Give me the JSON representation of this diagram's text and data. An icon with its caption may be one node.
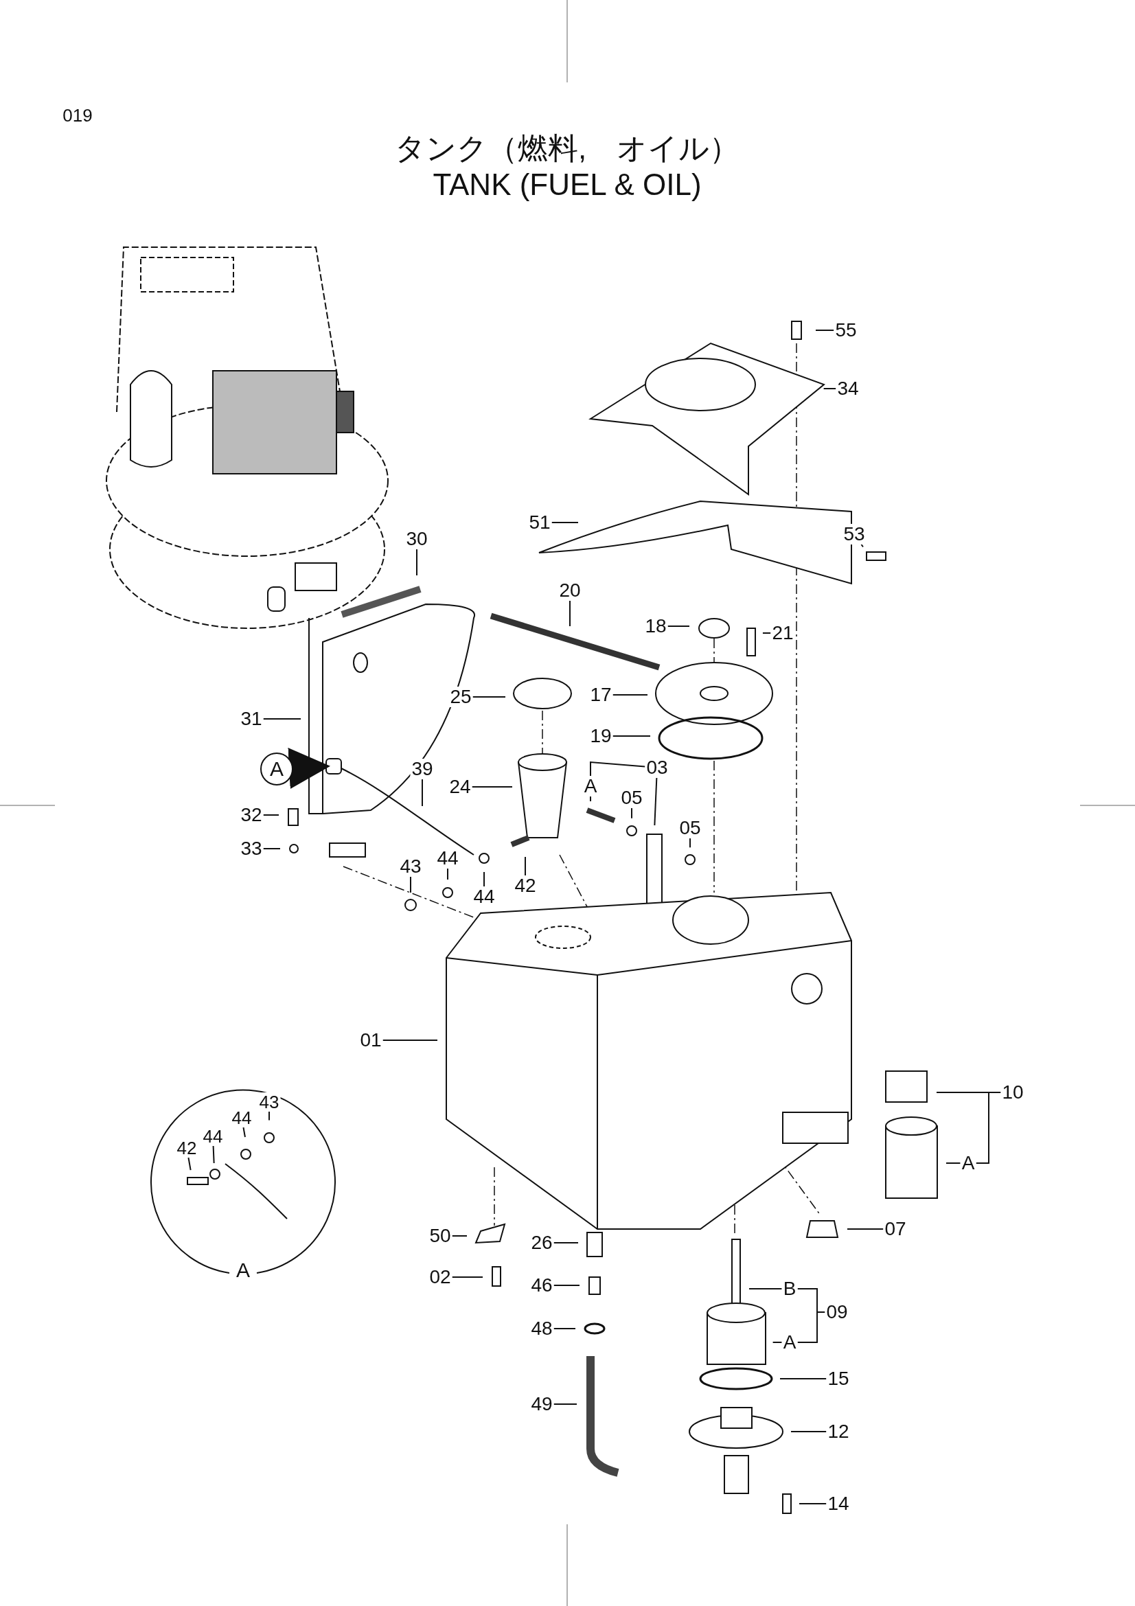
{
  "diagram": {
    "title": "タンク（燃料,　オイル） TANK (FUEL & OIL)",
    "nodes": [
      {
        "text": [
          "55"
        ]
      },
      {
        "text": [
          "34"
        ]
      },
      {
        "text": [
          "30"
        ]
      },
      {
        "text": [
          "51"
        ]
      },
      {
        "text": [
          "53"
        ]
      },
      {
        "text": [
          "20"
        ]
      },
      {
        "text": [
          "18"
        ]
      },
      {
        "text": [
          "21"
        ]
      },
      {
        "text": [
          "31"
        ]
      },
      {
        "text": [
          "25"
        ]
      },
      {
        "text": [
          "17"
        ]
      },
      {
        "text": [
          "19"
        ]
      },
      {
        "text": [
          "A"
        ]
      },
      {
        "text": [
          "39"
        ]
      },
      {
        "text": [
          "24"
        ]
      },
      {
        "text": [
          "A"
        ]
      },
      {
        "text": [
          "03"
        ]
      },
      {
        "text": [
          "05"
        ]
      },
      {
        "text": [
          "05"
        ]
      },
      {
        "text": [
          "32"
        ]
      },
      {
        "text": [
          "33"
        ]
      },
      {
        "text": [
          "43"
        ]
      },
      {
        "text": [
          "44"
        ]
      },
      {
        "text": [
          "44"
        ]
      },
      {
        "text": [
          "42"
        ]
      },
      {
        "text": [
          "01"
        ]
      },
      {
        "text": [
          "10"
        ]
      },
      {
        "text": [
          "A"
        ]
      },
      {
        "text": [
          "A"
        ]
      },
      {
        "text": [
          "42"
        ],
        "in": 28
      },
      {
        "text": [
          "44"
        ],
        "in": 28
      },
      {
        "text": [
          "44"
        ],
        "in": 28
      },
      {
        "text": [
          "43"
        ],
        "in": 28
      },
      {
        "text": [
          "07"
        ]
      },
      {
        "text": [
          "50"
        ]
      },
      {
        "text": [
          "26"
        ]
      },
      {
        "text": [
          "02"
        ]
      },
      {
        "text": [
          "46"
        ]
      },
      {
        "text": [
          "B"
        ]
      },
      {
        "text": [
          "09"
        ]
      },
      {
        "text": [
          "A"
        ]
      },
      {
        "text": [
          "48"
        ]
      },
      {
        "text": [
          "15"
        ]
      },
      {
        "text": [
          "49"
        ]
      },
      {
        "text": [
          "12"
        ]
      },
      {
        "text": [
          "14"
        ]
      }
    ],
    "edges": [
      {
        "from": 0,
        "to": null,
        "arrow": "none"
      },
      {
        "from": 1,
        "to": null,
        "arrow": "none"
      },
      {
        "from": 2,
        "to": null,
        "arrow": "none"
      },
      {
        "from": 3,
        "to": null,
        "arrow": "none"
      },
      {
        "from": 4,
        "to": null,
        "arrow": "none"
      },
      {
        "from": 5,
        "to": null,
        "arrow": "none"
      },
      {
        "from": 6,
        "to": null,
        "arrow": "none"
      },
      {
        "from": 7,
        "to": null,
        "arrow": "none"
      },
      {
        "from": 8,
        "to": null,
        "arrow": "none"
      },
      {
        "from": 9,
        "to": null,
        "arrow": "none"
      },
      {
        "from": 10,
        "to": null,
        "arrow": "none"
      },
      {
        "from": 11,
        "to": null,
        "arrow": "none"
      },
      {
        "from": 12,
        "to": null,
        "arrow": "to",
        "style": "thick"
      },
      {
        "from": 13,
        "to": null,
        "arrow": "none"
      },
      {
        "from": 14,
        "to": null,
        "arrow": "none"
      },
      {
        "from": 15,
        "to": null,
        "arrow": "none"
      },
      {
        "from": 16,
        "to": null,
        "arrow": "none"
      },
      {
        "from": 17,
        "to": null,
        "arrow": "none"
      },
      {
        "from": 18,
        "to": null,
        "arrow": "none"
      },
      {
        "from": 19,
        "to": null,
        "arrow": "none"
      },
      {
        "from": 20,
        "to": null,
        "arrow": "none"
      },
      {
        "from": 21,
        "to": null,
        "arrow": "none"
      },
      {
        "from": 22,
        "to": null,
        "arrow": "none"
      },
      {
        "from": 23,
        "to": null,
        "arrow": "none"
      },
      {
        "from": 24,
        "to": null,
        "arrow": "none"
      },
      {
        "from": 25,
        "to": null,
        "arrow": "none"
      },
      {
        "from": 26,
        "to": null,
        "arrow": "none"
      },
      {
        "from": 27,
        "to": null,
        "arrow": "none"
      },
      {
        "from": 29,
        "to": null,
        "arrow": "none"
      },
      {
        "from": 30,
        "to": null,
        "arrow": "none"
      },
      {
        "from": 31,
        "to": null,
        "arrow": "none"
      },
      {
        "from": 32,
        "to": null,
        "arrow": "none"
      },
      {
        "from": 33,
        "to": null,
        "arrow": "none"
      },
      {
        "from": 34,
        "to": null,
        "arrow": "none"
      },
      {
        "from": 35,
        "to": null,
        "arrow": "none"
      },
      {
        "from": 36,
        "to": null,
        "arrow": "none"
      },
      {
        "from": 37,
        "to": null,
        "arrow": "none"
      },
      {
        "from": 38,
        "to": null,
        "arrow": "none"
      },
      {
        "from": 40,
        "to": null,
        "arrow": "none"
      },
      {
        "from": 41,
        "to": null,
        "arrow": "none"
      },
      {
        "from": 42,
        "to": null,
        "arrow": "none"
      },
      {
        "from": 43,
        "to": null,
        "arrow": "none"
      },
      {
        "from": 44,
        "to": null,
        "arrow": "none"
      },
      {
        "from": 45,
        "to": null,
        "arrow": "none"
      },
      {
        "from": 16,
        "to": 15,
        "arrow": "none"
      },
      {
        "from": 26,
        "to": 27,
        "arrow": "none"
      },
      {
        "from": 39,
        "to": 38,
        "arrow": "none"
      },
      {
        "from": 39,
        "to": 40,
        "arrow": "none"
      }
    ],
    "labels": [
      "019"
    ]
  }
}
